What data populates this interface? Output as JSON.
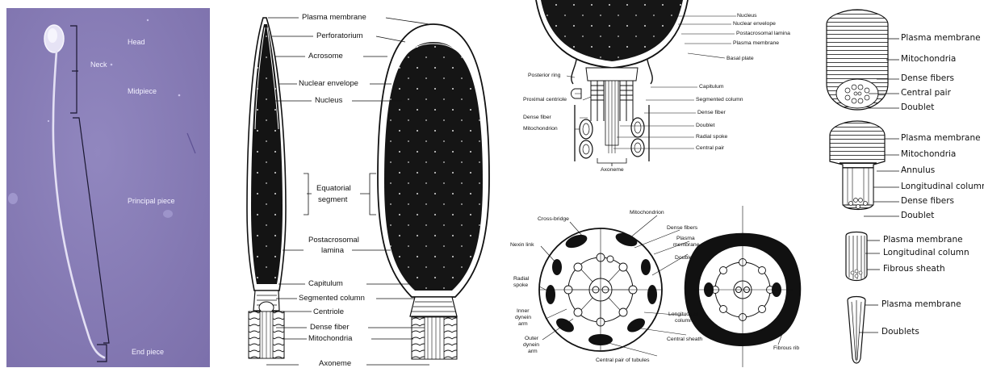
{
  "photo": {
    "labels": {
      "head": "Head",
      "neck": "Neck",
      "midpiece": "Midpiece",
      "principal_piece": "Principal piece",
      "end_piece": "End piece"
    }
  },
  "head_diagram": {
    "labels": {
      "plasma_membrane": "Plasma membrane",
      "perforatorium": "Perforatorium",
      "acrosome": "Acrosome",
      "nuclear_envelope": "Nuclear envelope",
      "nucleus": "Nucleus",
      "equatorial_segment_1": "Equatorial",
      "equatorial_segment_2": "segment",
      "postacrosomal_1": "Postacrosomal",
      "postacrosomal_2": "lamina",
      "capitulum": "Capitulum",
      "segmented_column": "Segmented column",
      "centriole": "Centriole",
      "dense_fiber": "Dense fiber",
      "mitochondria": "Mitochondria",
      "axoneme": "Axoneme"
    }
  },
  "neck_diagram": {
    "labels": {
      "nucleus": "Nucleus",
      "nuclear_envelope": "Nuclear envelope",
      "postacrosomal_lamina": "Postacrosomal lamina",
      "plasma_membrane": "Plasma membrane",
      "basal_plate": "Basal plate",
      "posterior_ring": "Posterior ring",
      "capitulum": "Capitulum",
      "proximal_centriole": "Proximal centriole",
      "segmented_column": "Segmented column",
      "dense_fiber_left": "Dense fiber",
      "dense_fiber_right": "Dense fiber",
      "mitochondrion": "Mitochondrion",
      "doublet": "Doublet",
      "radial_spoke": "Radial spoke",
      "central_pair": "Central pair",
      "axoneme": "Axoneme"
    }
  },
  "cross_section": {
    "labels": {
      "cross_bridge": "Cross-bridge",
      "mitochondrion": "Mitochondrion",
      "dense_fibers": "Dense fibers",
      "plasma_membrane_1": "Plasma",
      "plasma_membrane_2": "membrane",
      "nexin_link": "Nexin link",
      "doublet": "Doublet",
      "radial_spoke_1": "Radial",
      "radial_spoke_2": "spoke",
      "inner_dynein_1": "Inner",
      "inner_dynein_2": "dynein",
      "inner_dynein_3": "arm",
      "outer_dynein_1": "Outer",
      "outer_dynein_2": "dynein",
      "outer_dynein_3": "arm",
      "longitudinal_column_1": "Longitudinal",
      "longitudinal_column_2": "column",
      "central_sheath": "Central sheath",
      "fibrous_rib": "Fibrous rib",
      "central_pair": "Central pair of tubules"
    }
  },
  "segments_diagram": {
    "labels": {
      "a_plasma_membrane": "Plasma membrane",
      "a_mitochondria": "Mitochondria",
      "a_dense_fibers": "Dense fibers",
      "a_central_pair": "Central pair",
      "a_doublet": "Doublet",
      "b_plasma_membrane": "Plasma membrane",
      "b_mitochondria": "Mitochondria",
      "b_annulus": "Annulus",
      "b_longitudinal_column": "Longitudinal column",
      "b_dense_fibers": "Dense fibers",
      "b_doublet": "Doublet",
      "c_plasma_membrane": "Plasma membrane",
      "c_longitudinal_column": "Longitudinal column",
      "c_fibrous_sheath": "Fibrous sheath",
      "d_plasma_membrane": "Plasma membrane",
      "d_doublets": "Doublets"
    }
  },
  "colors": {
    "photo_bg": "#8a7eb6",
    "ink": "#111111",
    "nucleus_fill": "#161616",
    "paper": "#ffffff"
  }
}
